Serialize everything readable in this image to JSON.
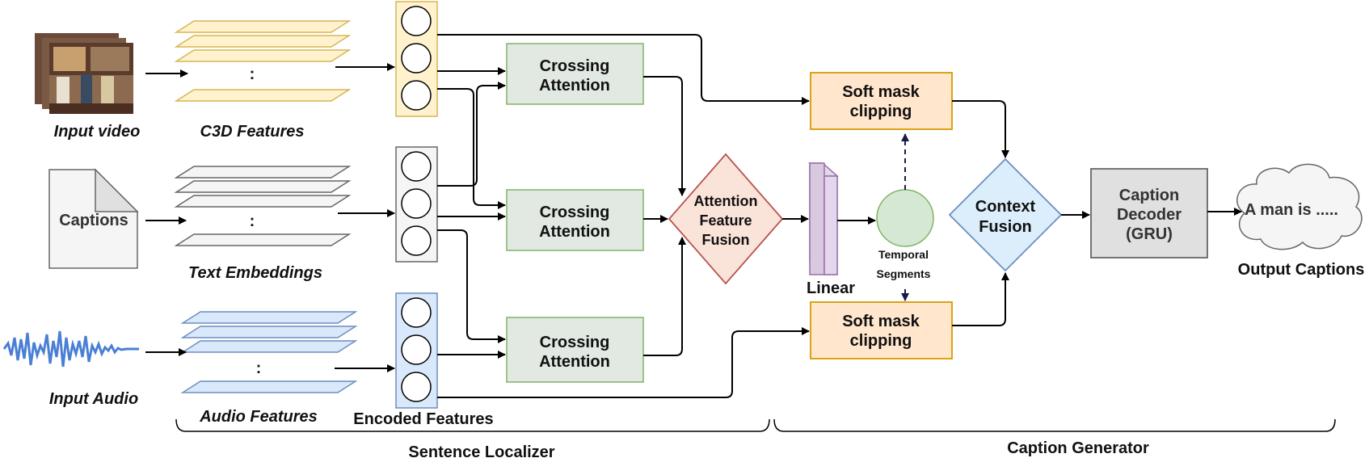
{
  "inputs": {
    "video_label": "Input video",
    "captions_label": "Captions",
    "audio_label": "Input Audio"
  },
  "features": {
    "c3d_label": "C3D Features",
    "text_label": "Text Embeddings",
    "audio_label": "Audio Features",
    "dots": ":"
  },
  "encoded_label": "Encoded Features",
  "crossing_attention": [
    "Crossing",
    "Attention"
  ],
  "attention_fusion": [
    "Attention",
    "Feature",
    "Fusion"
  ],
  "linear_label": "Linear",
  "temporal_segments": [
    "Temporal",
    "Segments"
  ],
  "soft_mask": [
    "Soft mask",
    "clipping"
  ],
  "context_fusion": [
    "Context",
    "Fusion"
  ],
  "caption_decoder": [
    "Caption",
    "Decoder",
    "(GRU)"
  ],
  "output_text": "A man is .....",
  "output_label": "Output Captions",
  "sections": {
    "localizer": "Sentence Localizer",
    "generator": "Caption Generator"
  },
  "colors": {
    "yellow_fill": "#fff2cc",
    "yellow_stroke": "#d6b656",
    "gray_fill": "#f5f5f5",
    "gray_stroke": "#666666",
    "blue_fill": "#dae8fc",
    "blue_stroke": "#6c8ebf",
    "green_fill": "#e1e9e2",
    "green_stroke": "#82b366",
    "red_fill": "#fae3d9",
    "red_stroke": "#b85450",
    "orange_fill": "#ffe6cc",
    "orange_stroke": "#d79b00",
    "purple_fill": "#d8c8e0",
    "purple_stroke": "#9673a6",
    "circle_fill": "#d5e8d4",
    "decoder_fill": "#e0e0e0"
  }
}
